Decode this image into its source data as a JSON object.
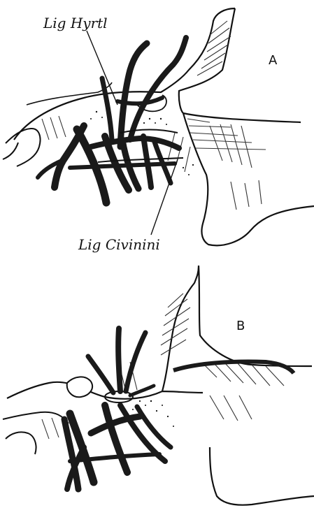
{
  "figure": {
    "panel_a": {
      "letter": "A",
      "label_top": "Lig Hyrtl",
      "label_bottom": "Lig Civinini"
    },
    "panel_b": {
      "letter": "B"
    }
  },
  "colors": {
    "ink": "#111111",
    "vessel": "#1a1a1a",
    "paper": "#ffffff",
    "hatch": "#333333"
  }
}
